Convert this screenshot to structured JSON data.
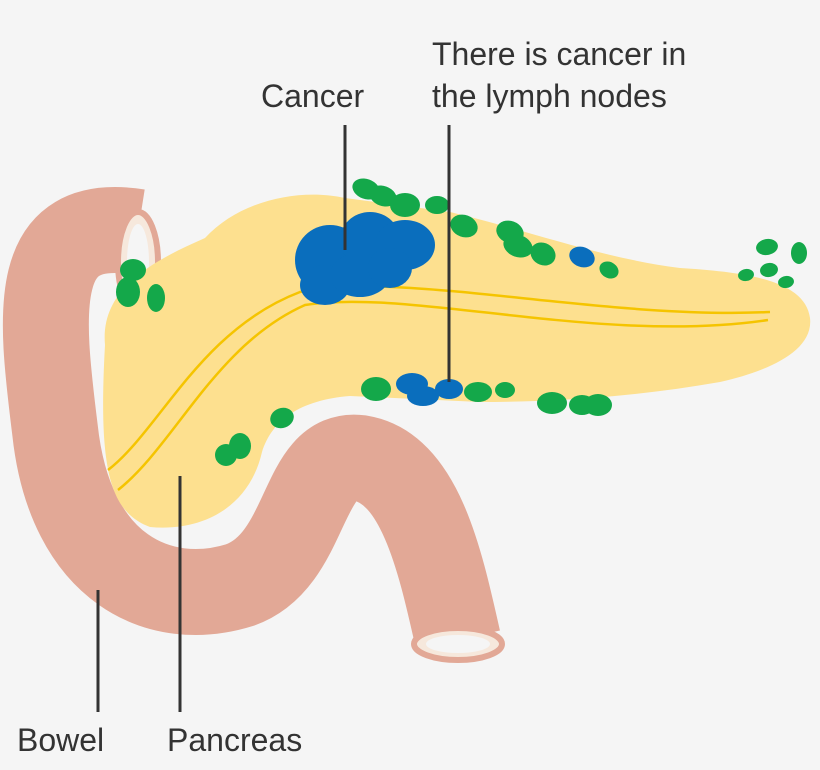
{
  "labels": {
    "cancer": "Cancer",
    "lymph_nodes_line1": "There is cancer in",
    "lymph_nodes_line2": "the lymph nodes",
    "bowel": "Bowel",
    "pancreas": "Pancreas"
  },
  "colors": {
    "background": "#f5f5f5",
    "bowel": "#e2a896",
    "pancreas": "#fde08f",
    "duct": "#f5c400",
    "tumour": "#0a6ebd",
    "healthy_lymph_node": "#14a84a",
    "leader_line": "#333333"
  }
}
